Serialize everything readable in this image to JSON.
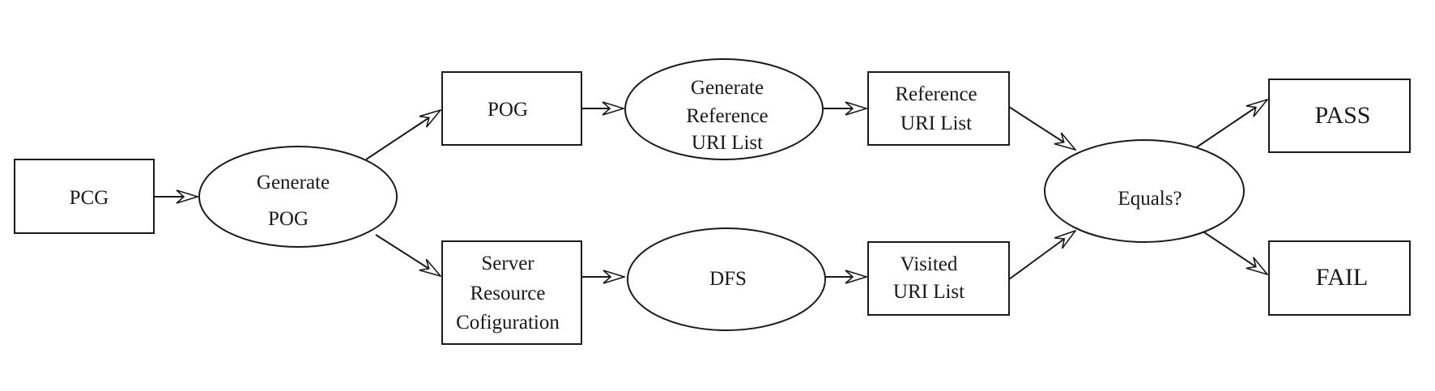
{
  "nodes": {
    "pcg": {
      "label": "PCG"
    },
    "generate_pog": {
      "line1": "Generate",
      "line2": "POG"
    },
    "pog": {
      "label": "POG"
    },
    "generate_ref": {
      "line1": "Generate",
      "line2": "Reference",
      "line3": "URI List"
    },
    "ref_list": {
      "line1": "Reference",
      "line2": "URI List"
    },
    "server_config": {
      "line1": "Server",
      "line2": "Resource",
      "line3": "Cofiguration"
    },
    "dfs": {
      "label": "DFS"
    },
    "visited_list": {
      "line1": "Visited",
      "line2": "URI List"
    },
    "equals": {
      "label": "Equals?"
    },
    "pass": {
      "label": "PASS"
    },
    "fail": {
      "label": "FAIL"
    }
  },
  "colors": {
    "stroke": "#1a1a1a",
    "background": "#ffffff"
  }
}
